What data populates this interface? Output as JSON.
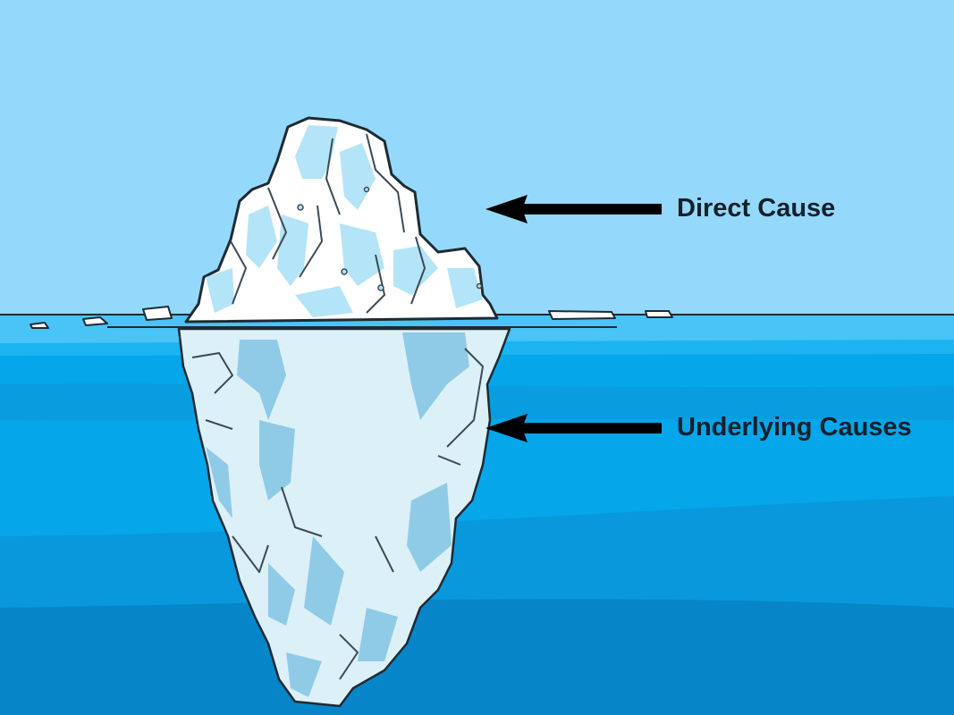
{
  "labels": {
    "direct_cause": "Direct Cause",
    "underlying_causes": "Underlying Causes"
  },
  "colors": {
    "sky": "#94d9fb",
    "water_surface": "#47c3f5",
    "water_mid": "#07a8ec",
    "water_deep": "#0883c8",
    "ice_light": "#ffffff",
    "ice_shadow": "#b3e4f7",
    "ice_underwater": "#dcf0f8",
    "ice_underwater_shadow": "#8fcbe6",
    "outline": "#1f2a33",
    "arrow": "#000000"
  },
  "icons": [
    "iceberg-illustration",
    "left-arrow-icon"
  ]
}
